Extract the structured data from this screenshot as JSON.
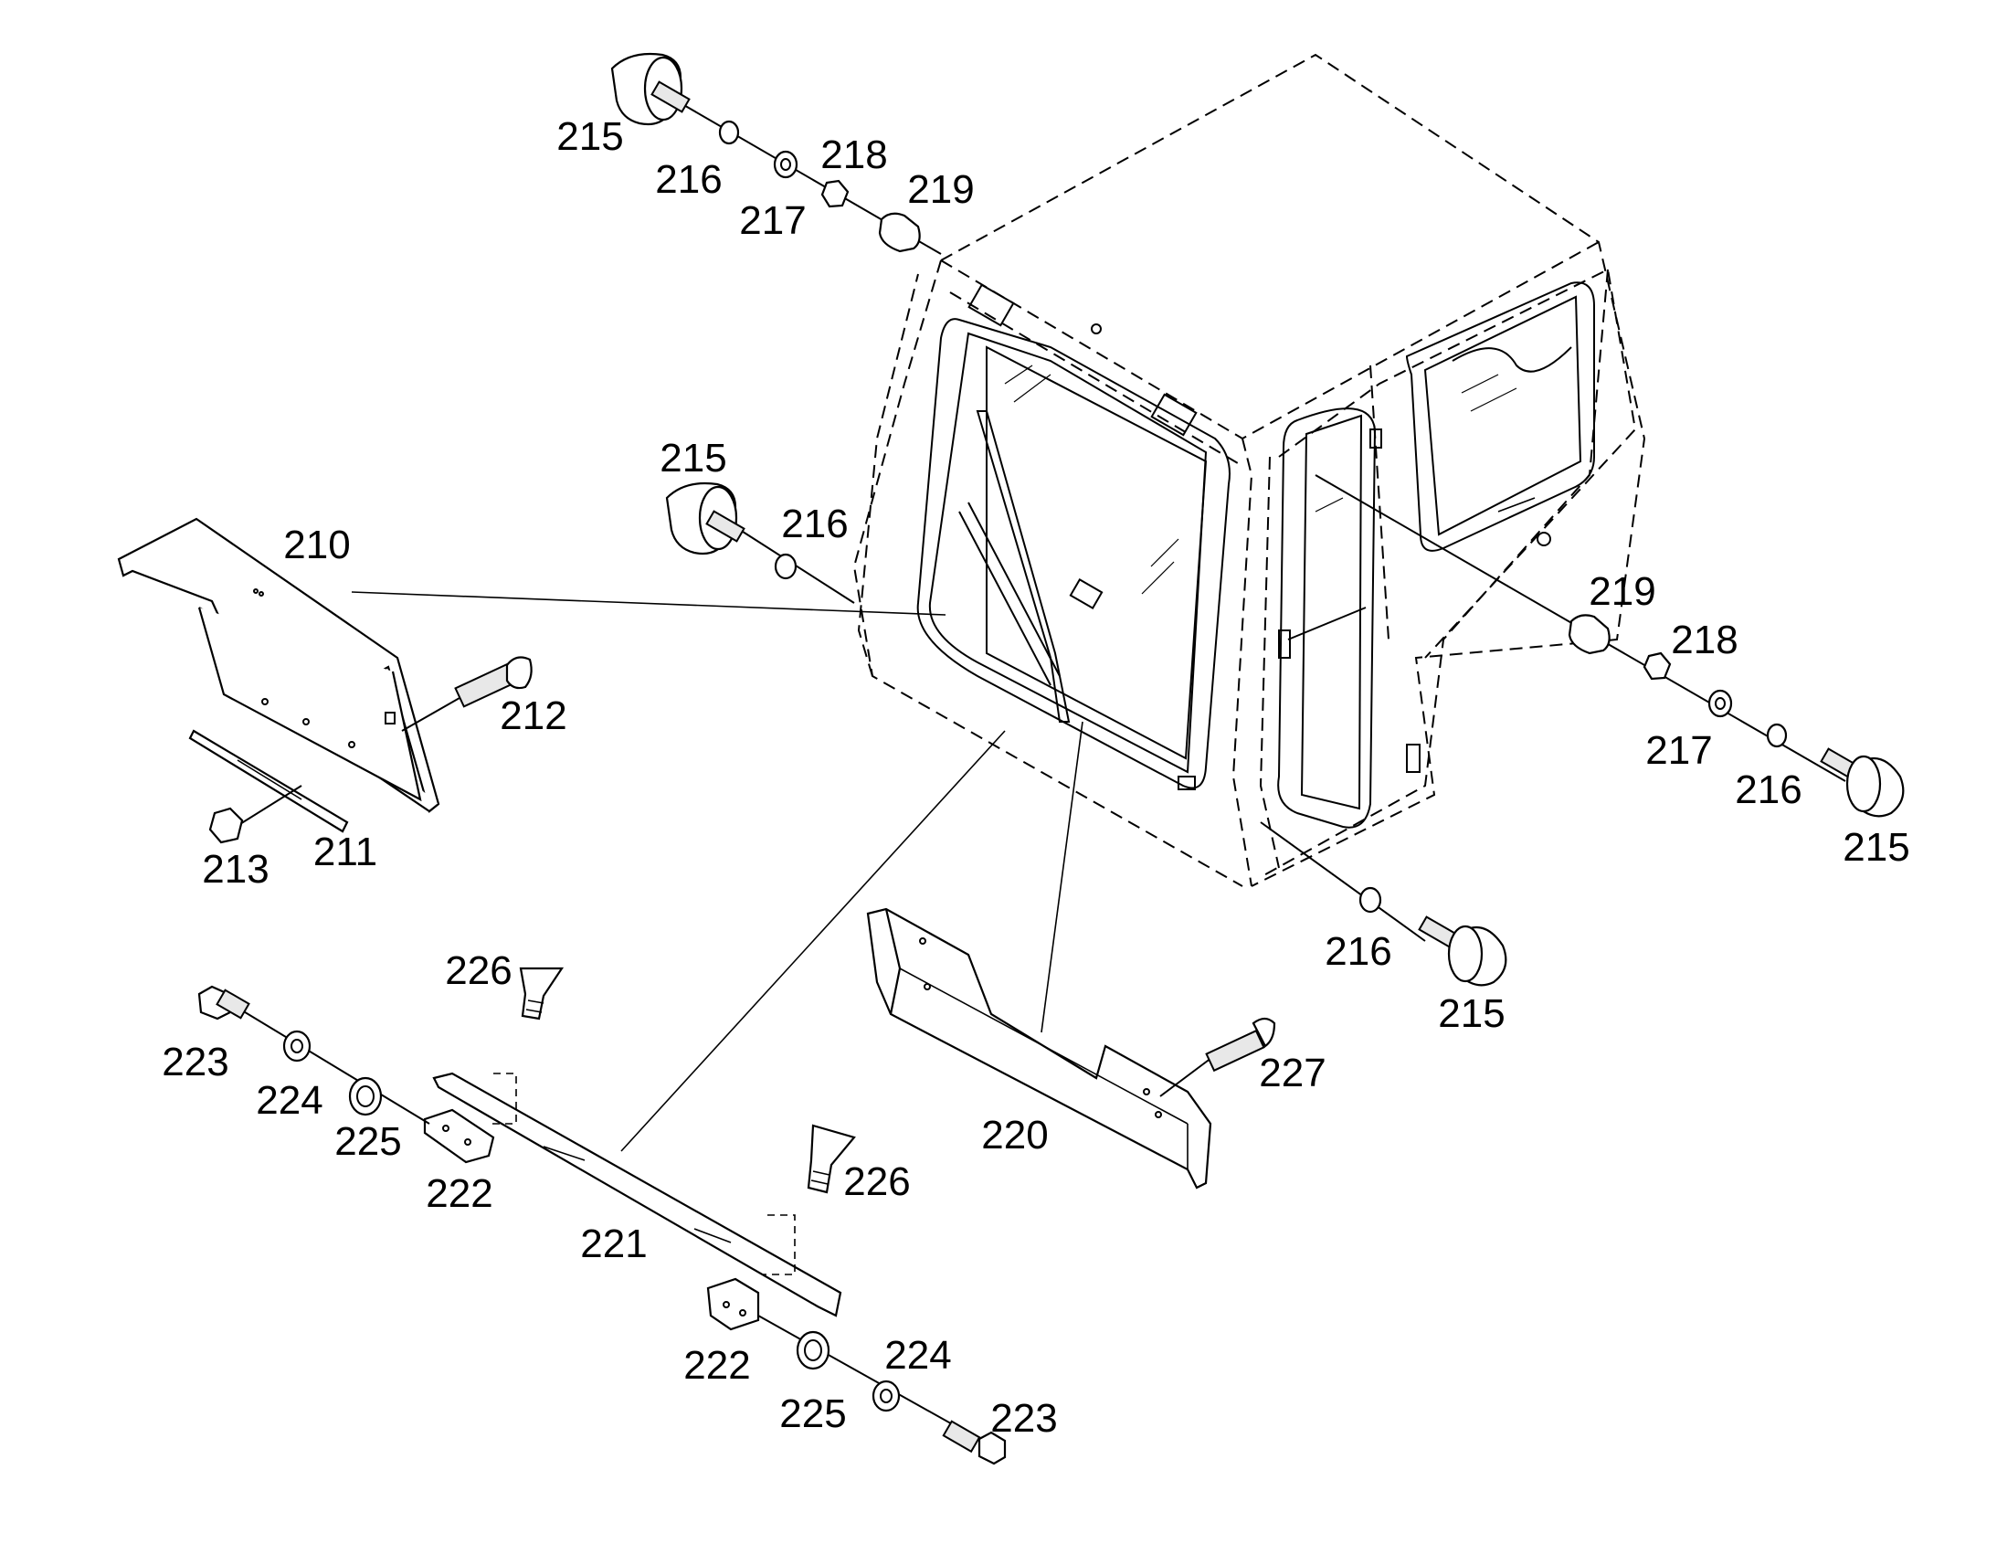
{
  "callouts": {
    "c215_top": "215",
    "c216_top": "216",
    "c217_top": "217",
    "c218_top": "218",
    "c219_top": "219",
    "c215_mid": "215",
    "c216_mid": "216",
    "c210": "210",
    "c212": "212",
    "c213": "213",
    "c211": "211",
    "c219_right": "219",
    "c218_right": "218",
    "c217_right": "217",
    "c216_right": "216",
    "c215_right": "215",
    "c216_bottom": "216",
    "c215_bottom": "215",
    "c226_left": "226",
    "c223_left": "223",
    "c224_left": "224",
    "c225_left": "225",
    "c222_left": "222",
    "c221": "221",
    "c226_right": "226",
    "c222_right": "222",
    "c225_right": "225",
    "c224_right": "224",
    "c223_right": "223",
    "c220": "220",
    "c227": "227"
  }
}
